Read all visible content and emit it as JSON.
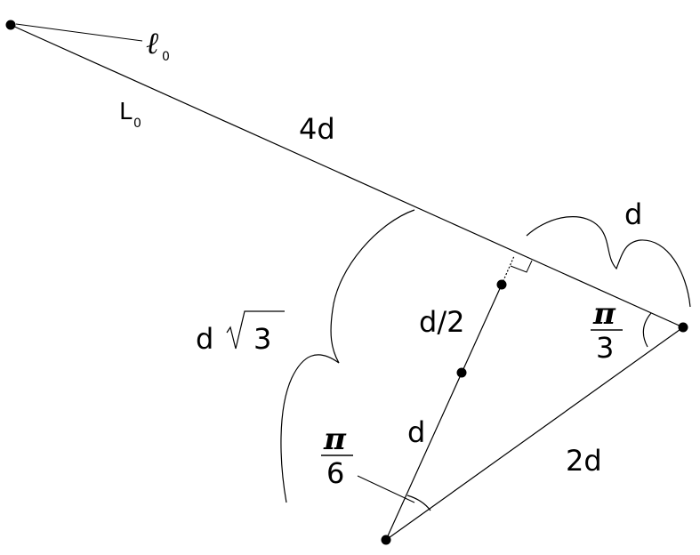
{
  "labels": {
    "line_symbol": "ℓ",
    "line_subscript": "0",
    "point_symbol": "L",
    "point_subscript": "0",
    "top_segment": "4d",
    "right_bracket": "d",
    "left_bracket_prefix": "d",
    "left_bracket_radicand": "3",
    "upper_segment": "d/2",
    "lower_segment": "d",
    "bottom_segment": "2d",
    "angle_right_num": "π",
    "angle_right_den": "3",
    "angle_bottom_num": "π",
    "angle_bottom_den": "6"
  }
}
